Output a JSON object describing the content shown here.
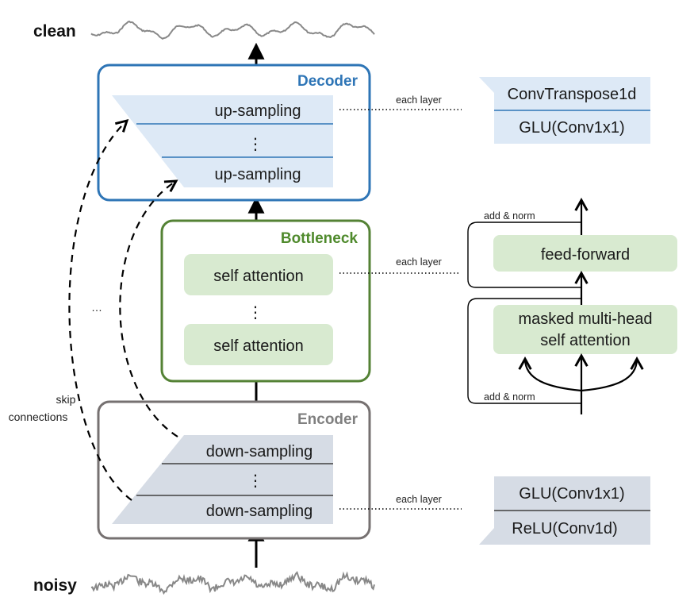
{
  "signals": {
    "clean": "clean",
    "noisy": "noisy"
  },
  "decoder": {
    "title": "Decoder",
    "layers": [
      "up-sampling",
      "up-sampling"
    ],
    "dots": "⋮",
    "each_layer": "each layer",
    "detail": [
      "ConvTranspose1d",
      "GLU(Conv1x1)"
    ]
  },
  "bottleneck": {
    "title": "Bottleneck",
    "layers": [
      "self attention",
      "self attention"
    ],
    "dots": "⋮",
    "each_layer": "each layer",
    "detail": {
      "feed_forward": "feed-forward",
      "attention": [
        "masked multi-head",
        "self attention"
      ],
      "add_norm_top": "add & norm",
      "add_norm_bottom": "add & norm"
    }
  },
  "encoder": {
    "title": "Encoder",
    "layers": [
      "down-sampling",
      "down-sampling"
    ],
    "dots": "⋮",
    "each_layer": "each layer",
    "detail": [
      "GLU(Conv1x1)",
      "ReLU(Conv1d)"
    ]
  },
  "skip": {
    "ellipsis": "…",
    "label": [
      "skip",
      "connections"
    ]
  },
  "colors": {
    "decoder_border": "#2e75b6",
    "decoder_fill": "#dde9f6",
    "bottleneck_border": "#548235",
    "bottleneck_fill": "#d8ead0",
    "encoder_border": "#767171",
    "encoder_fill": "#d6dce5"
  }
}
